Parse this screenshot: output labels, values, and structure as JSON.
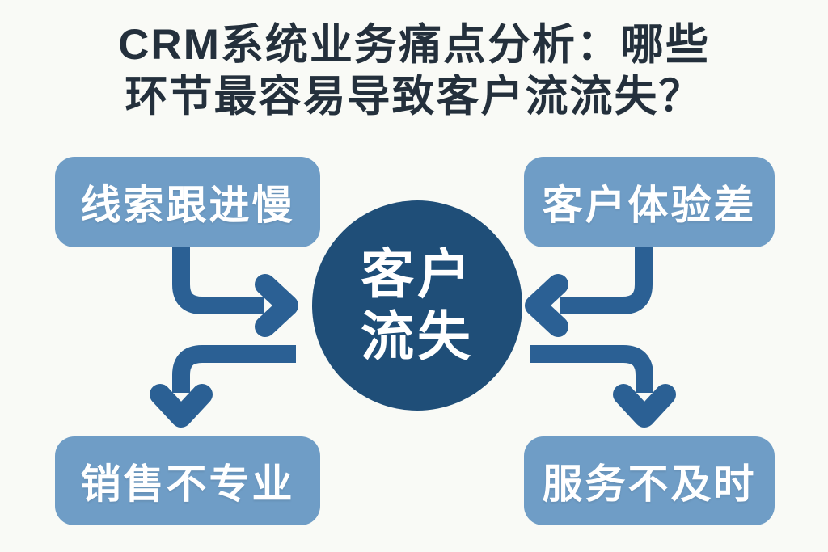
{
  "page": {
    "background_color": "#f9faf6"
  },
  "title": {
    "line1": "CRM系统业务痛点分析：哪些",
    "line2": "环节最容易导致客户流流失？",
    "color": "#24303c"
  },
  "center": {
    "label_line1": "客户",
    "label_line2": "流失",
    "fill_color": "#1f4e78",
    "text_color": "#ffffff"
  },
  "boxes": [
    {
      "id": "top-left",
      "label": "线索跟进慢"
    },
    {
      "id": "top-right",
      "label": "客户体验差"
    },
    {
      "id": "bottom-left",
      "label": "销售不专业"
    },
    {
      "id": "bottom-right",
      "label": "服务不及时"
    }
  ],
  "box_style": {
    "fill_color": "#6f9dc6",
    "text_color": "#ffffff"
  },
  "arrows": {
    "color": "#2b6094",
    "connections": [
      {
        "from": "top-left-box",
        "to": "center-circle",
        "direction": "down-then-right"
      },
      {
        "from": "top-right-box",
        "to": "center-circle",
        "direction": "down-then-left"
      },
      {
        "from": "center-circle",
        "to": "bottom-left-box",
        "direction": "left-then-down"
      },
      {
        "from": "center-circle",
        "to": "bottom-right-box",
        "direction": "right-then-down"
      }
    ]
  }
}
